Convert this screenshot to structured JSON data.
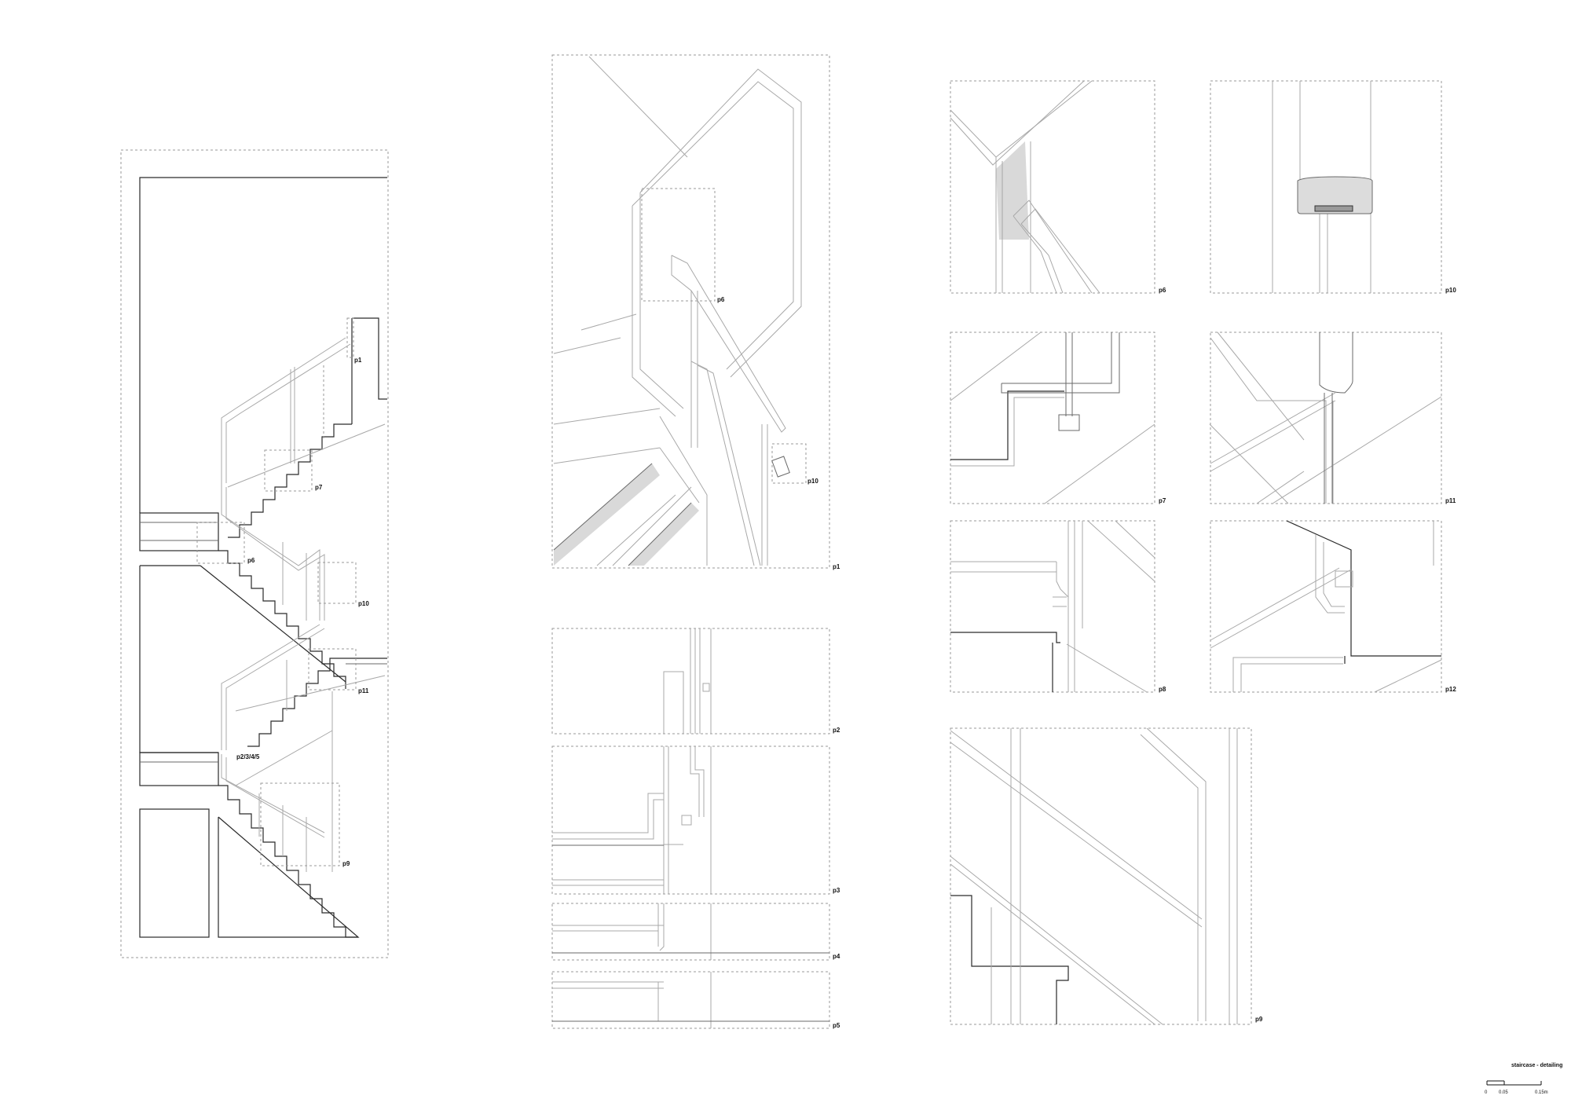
{
  "sheet": {
    "title": "staircase - detailing",
    "scale_bar": {
      "ticks": [
        "0",
        "0.05",
        "0.15m"
      ]
    }
  },
  "panels": {
    "elevation_labels": {
      "p1": "p1",
      "p7": "p7",
      "p6": "p6",
      "p10": "p10",
      "p11": "p11",
      "p2345": "p2/3/4/5",
      "p9": "p9"
    },
    "p1": "p1",
    "p6": "p6",
    "p10_ref": "p10",
    "p2": "p2",
    "p3": "p3",
    "p4": "p4",
    "p5": "p5",
    "p6_detail": "p6",
    "p10": "p10",
    "p7": "p7",
    "p11": "p11",
    "p8": "p8",
    "p12": "p12",
    "p9": "p9"
  }
}
